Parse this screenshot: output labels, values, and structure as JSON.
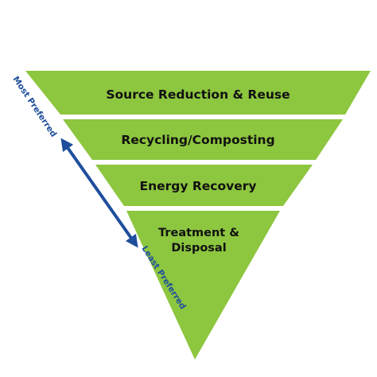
{
  "hierarchy": {
    "tiers": [
      {
        "label_lines": [
          "Source Reduction & Reuse"
        ]
      },
      {
        "label_lines": [
          "Recycling/Composting"
        ]
      },
      {
        "label_lines": [
          "Energy Recovery"
        ]
      },
      {
        "label_lines": [
          "Treatment &",
          "Disposal"
        ]
      }
    ],
    "scale": {
      "top_label": "Most Preferred",
      "bottom_label": "Least Preferred"
    }
  },
  "colors": {
    "tier_fill": "#8dc63f",
    "arrow": "#1f4e9c",
    "scale_text": "#1f4e9c",
    "separator": "#ffffff"
  }
}
